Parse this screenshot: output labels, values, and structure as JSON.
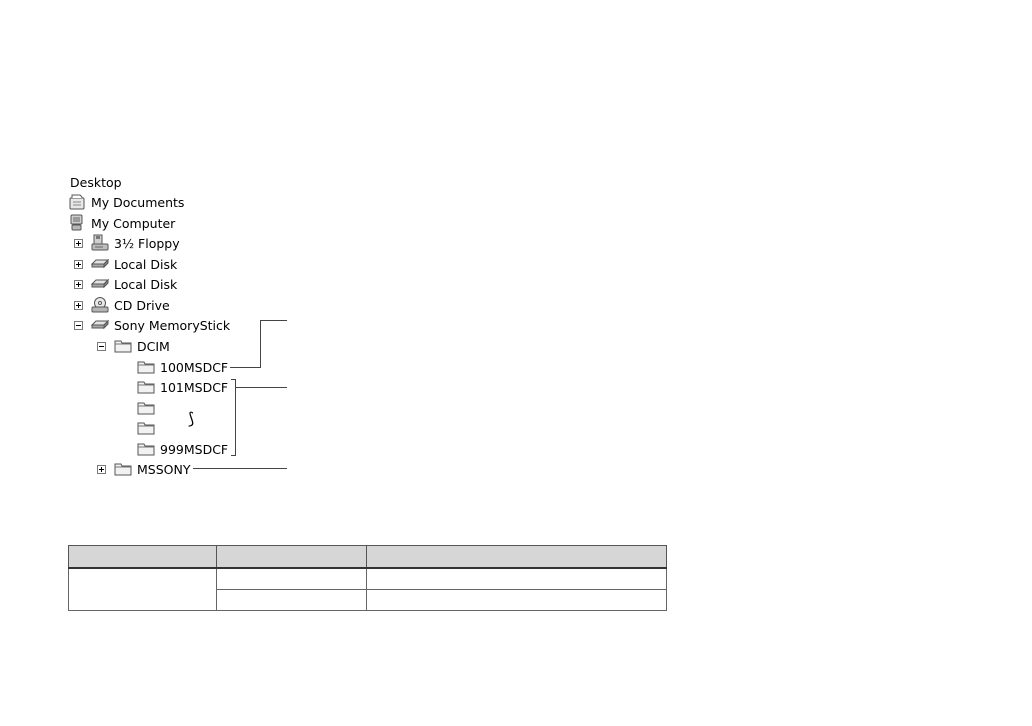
{
  "tree": {
    "desktop": "Desktop",
    "my_documents": "My Documents",
    "my_computer": "My Computer",
    "floppy": "3½ Floppy",
    "local_disk_1": "Local Disk",
    "local_disk_2": "Local Disk",
    "cd_drive": "CD Drive",
    "memory_stick": "Sony MemoryStick",
    "dcim": "DCIM",
    "folder_100": "100MSDCF",
    "folder_101": "101MSDCF",
    "folder_999": "999MSDCF",
    "mssony": "MSSONY",
    "ellipsis": "⟆"
  },
  "icons": {
    "my_documents": "documents-icon",
    "my_computer": "computer-icon",
    "floppy": "floppy-drive-icon",
    "local_disk": "hard-disk-icon",
    "cd_drive": "cd-drive-icon",
    "memory_stick": "memory-stick-icon",
    "folder": "folder-icon"
  },
  "colors": {
    "header_fill": "#d6d6d6",
    "line": "#444444"
  }
}
